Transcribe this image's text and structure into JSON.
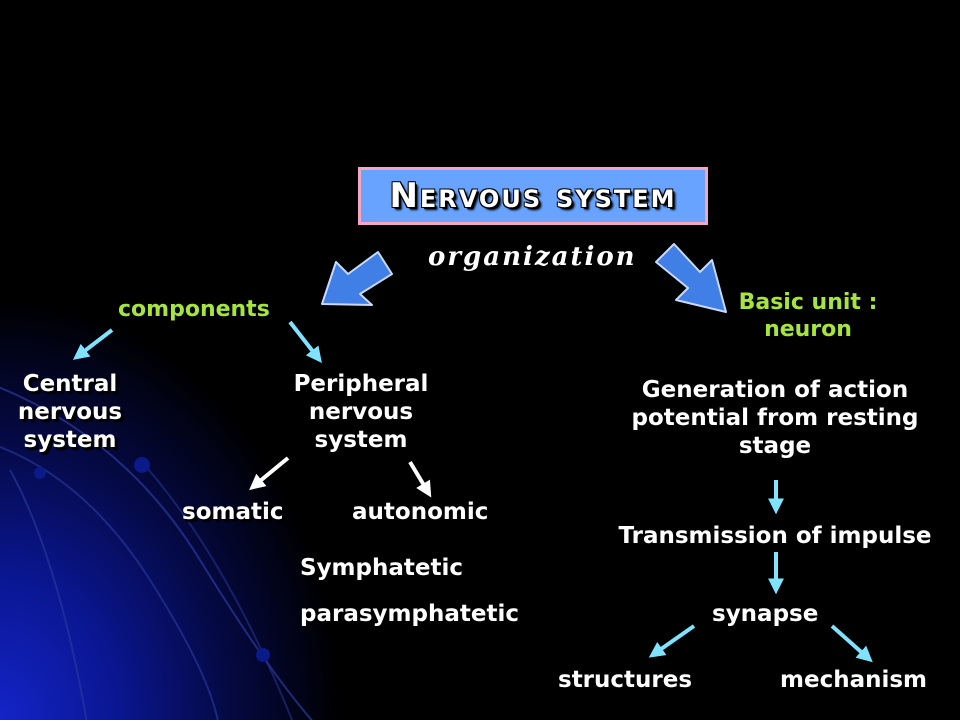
{
  "title": "Nervous system",
  "subtitle": "organization",
  "left_branch": {
    "heading": "components",
    "central": "Central\nnervous\nsystem",
    "peripheral": "Peripheral\nnervous\nsystem",
    "somatic": "somatic",
    "autonomic": "autonomic",
    "sympathetic": "Symphatetic",
    "parasympathetic": "parasymphatetic"
  },
  "right_branch": {
    "heading": "Basic unit :\nneuron",
    "generation": "Generation of action\npotential from resting\nstage",
    "transmission": "Transmission of impulse",
    "synapse": "synapse",
    "structures": "structures",
    "mechanism": "mechanism"
  },
  "colors": {
    "title_box_fill": "#68a4ff",
    "title_box_border": "#f5a6c6",
    "heading_text": "#a6e63c",
    "body_text": "#ffffff",
    "small_arrow": "#7fe3ff",
    "big_arrow": "#3f7fe6"
  }
}
